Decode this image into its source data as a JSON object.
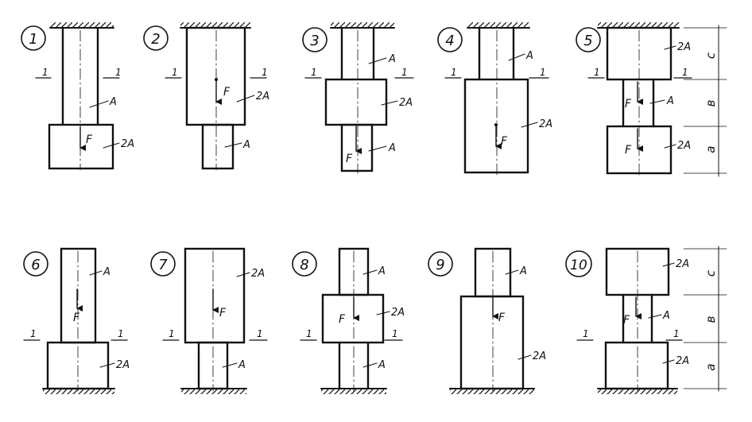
{
  "panels": [
    {
      "number": "1",
      "labels": {
        "section_left": "1",
        "section_right": "1",
        "upper": "A",
        "lower": "2A",
        "force": "F"
      }
    },
    {
      "number": "2",
      "labels": {
        "section_left": "1",
        "section_right": "1",
        "upper": "2A",
        "lower": "A",
        "force": "F"
      }
    },
    {
      "number": "3",
      "labels": {
        "section_left": "1",
        "section_right": "1",
        "top": "A",
        "middle": "2A",
        "bottom": "A",
        "force": "F"
      }
    },
    {
      "number": "4",
      "labels": {
        "section_left": "1",
        "section_right": "1",
        "upper": "A",
        "lower": "2A",
        "force": "F"
      }
    },
    {
      "number": "5",
      "labels": {
        "section_left": "1",
        "section_right": "1",
        "top": "2A",
        "middle": "A",
        "bottom": "2A",
        "force_mid": "F",
        "force_bottom": "F",
        "dim_c": "c",
        "dim_b": "в",
        "dim_a": "a"
      }
    },
    {
      "number": "6",
      "labels": {
        "section_left": "1",
        "section_right": "1",
        "upper": "A",
        "lower": "2A",
        "force": "F"
      }
    },
    {
      "number": "7",
      "labels": {
        "section_left": "1",
        "section_right": "1",
        "upper": "2A",
        "lower": "A",
        "force": "F"
      }
    },
    {
      "number": "8",
      "labels": {
        "section_left": "1",
        "section_right": "1",
        "top": "A",
        "middle": "2A",
        "bottom": "A",
        "force": "F"
      }
    },
    {
      "number": "9",
      "labels": {
        "upper": "A",
        "lower": "2A",
        "force": "F"
      }
    },
    {
      "number": "10",
      "labels": {
        "section_left": "1",
        "section_right": "1",
        "top": "2A",
        "middle": "A",
        "bottom": "2A",
        "force": "F",
        "dim_c": "c",
        "dim_b": "в",
        "dim_a": "a"
      }
    }
  ]
}
